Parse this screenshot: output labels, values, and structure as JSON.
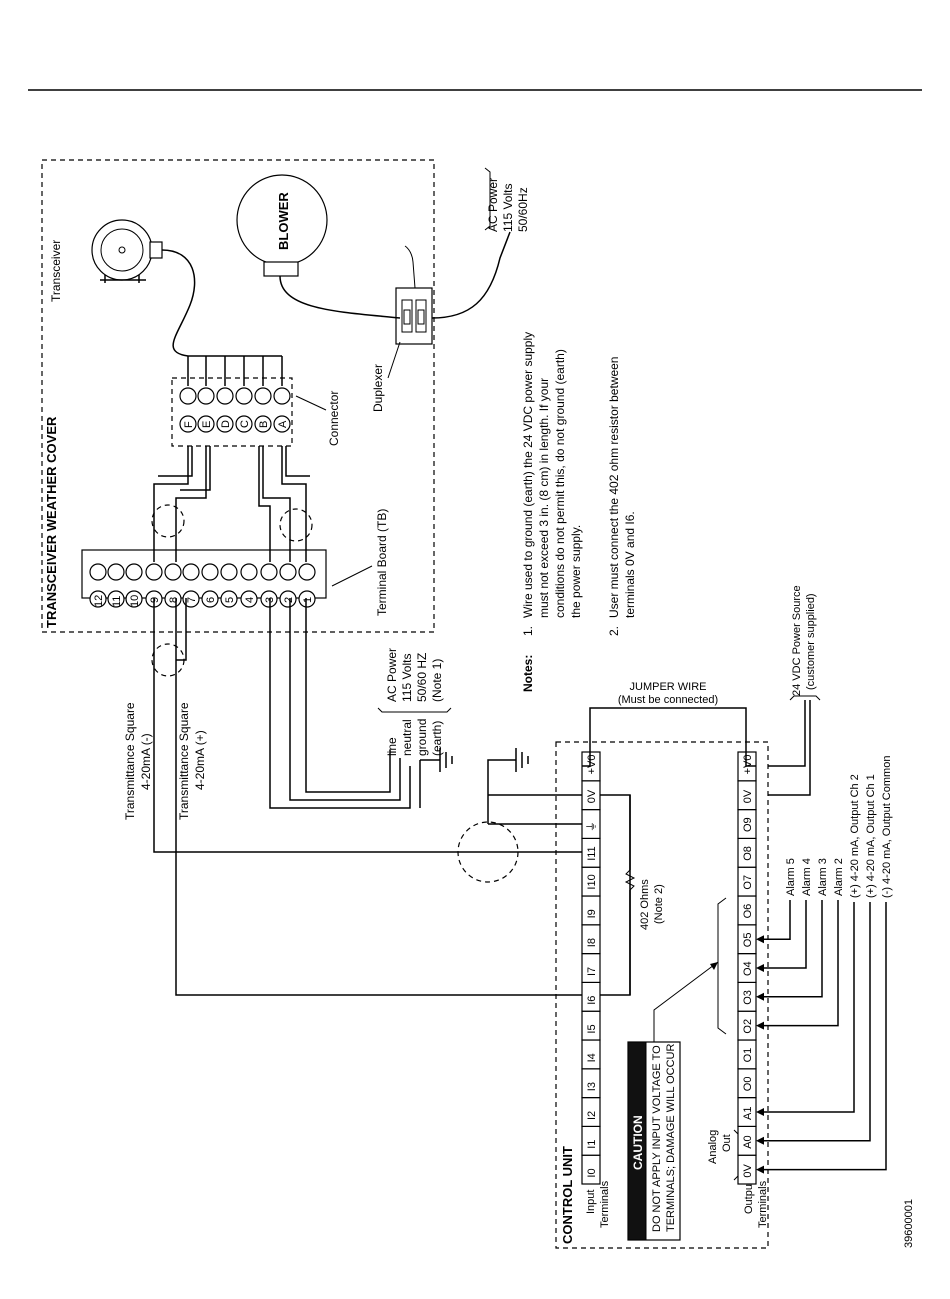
{
  "cover": {
    "title": "TRANSCEIVER WEATHER COVER",
    "transceiver": "Transceiver",
    "blower": "BLOWER",
    "connector": "Connector",
    "duplexer": "Duplexer",
    "terminal_board": "Terminal Board (TB)",
    "connector_pins": [
      "F",
      "E",
      "D",
      "C",
      "B",
      "A"
    ],
    "tb_terminals": [
      "12",
      "11",
      "10",
      "9",
      "8",
      "7",
      "6",
      "5",
      "4",
      "3",
      "2",
      "1"
    ]
  },
  "ac_power_top": [
    "AC Power",
    "115 Volts",
    "50/60Hz"
  ],
  "ac_power_mid": [
    "AC Power",
    "115 Volts",
    "50/60 HZ",
    "(Note 1)"
  ],
  "power_lines": [
    "line",
    "neutral",
    "ground",
    "(earth)"
  ],
  "transmittance_neg": [
    "Transmittance Square",
    "4-20mA (-)"
  ],
  "transmittance_pos": [
    "Transmittance Square",
    "4-20mA (+)"
  ],
  "notes": {
    "label": "Notes:",
    "n1_num": "1.",
    "n1": [
      "Wire used to ground (earth) the 24 VDC power supply",
      "must not exceed 3 in. (8 cm) in length. If your",
      "conditions do not permit this, do not ground (earth)",
      "the power supply."
    ],
    "n2_num": "2.",
    "n2": [
      "User must connect the 402 ohm resistor between",
      "terminals 0V and I6."
    ]
  },
  "jumper": [
    "JUMPER WIRE",
    "(Must be connected)"
  ],
  "vdc_source": [
    "24 VDC Power Source",
    "(customer supplied)"
  ],
  "control_unit": {
    "title": "CONTROL UNIT",
    "input_label": [
      "Input",
      "Terminals"
    ],
    "output_label": [
      "Output",
      "Terminals"
    ],
    "input_terminals": [
      "I0",
      "I1",
      "I2",
      "I3",
      "I4",
      "I5",
      "I6",
      "I7",
      "I8",
      "I9",
      "I10",
      "I11",
      "⏚",
      "0V",
      "+V0"
    ],
    "output_terminals": [
      "0V",
      "A0",
      "A1",
      "O0",
      "O1",
      "O2",
      "O3",
      "O4",
      "O5",
      "O6",
      "O7",
      "O8",
      "O9",
      "0V",
      "+V0"
    ],
    "analog_out": [
      "Analog",
      "Out"
    ],
    "resistor": [
      "402 Ohms",
      "(Note 2)"
    ],
    "caution_title": "CAUTION",
    "caution_text": [
      "DO NOT APPLY INPUT VOLTAGE TO",
      "TERMINALS; DAMAGE WILL OCCUR"
    ]
  },
  "outputs": [
    "Alarm 5",
    "Alarm 4",
    "Alarm 3",
    "Alarm 2",
    "(+) 4-20 mA, Output Ch 2",
    "(+) 4-20 mA, Output Ch 1",
    "(-) 4-20 mA, Output Common"
  ],
  "figure_id": "39600001"
}
